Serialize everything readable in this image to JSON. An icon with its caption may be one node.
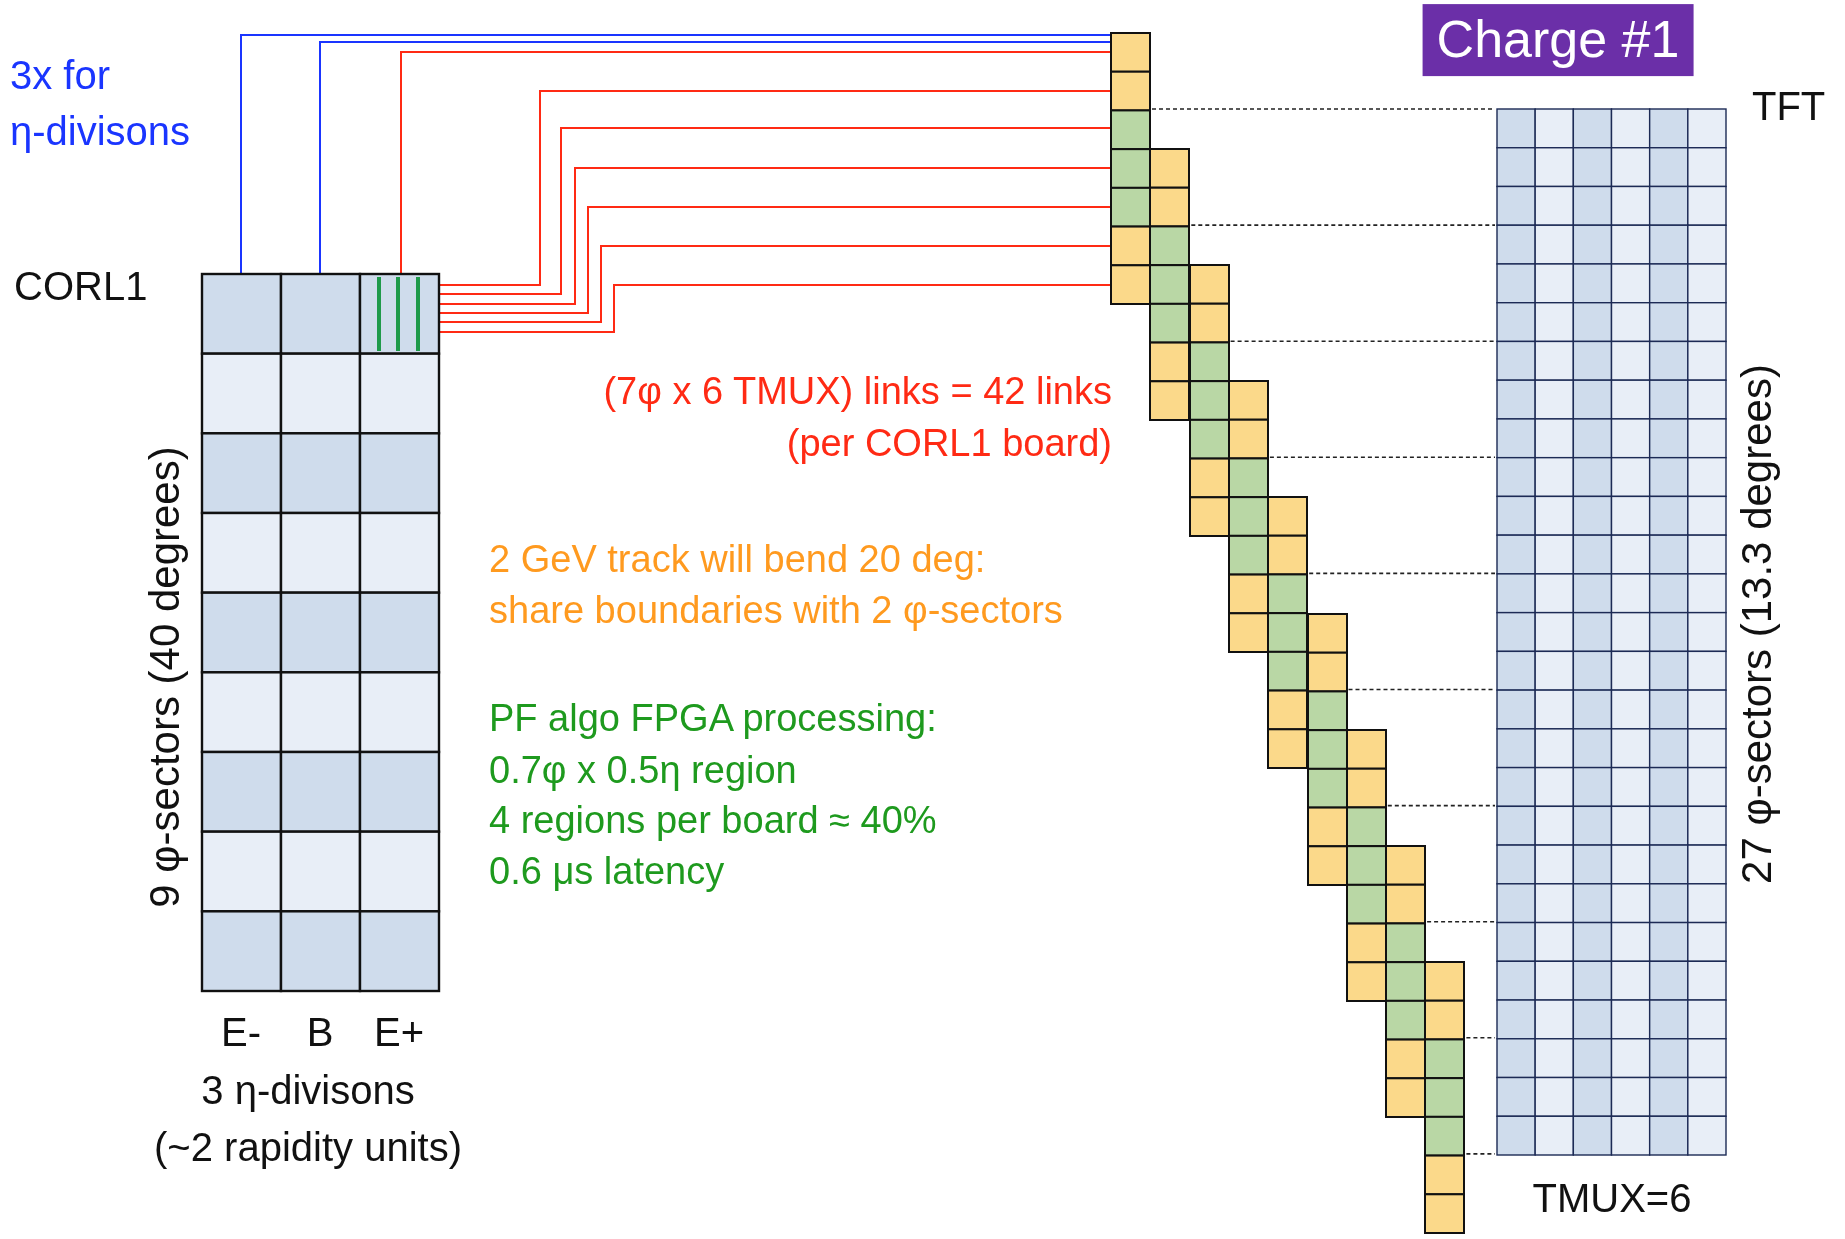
{
  "diagram": {
    "nodes": [
      {
        "text": [
          "CORL1"
        ]
      },
      {
        "text": [],
        "shape": "bar"
      },
      {
        "text": [],
        "shape": "bar"
      },
      {
        "text": [],
        "shape": "bar"
      },
      {
        "text": [],
        "shape": "bar"
      },
      {
        "text": [],
        "shape": "bar"
      },
      {
        "text": [],
        "shape": "bar"
      },
      {
        "text": [],
        "shape": "bar"
      },
      {
        "text": [],
        "shape": "bar"
      },
      {
        "text": [],
        "shape": "bar"
      },
      {
        "text": [
          "TFT"
        ]
      }
    ],
    "edges": [
      {
        "from": 0,
        "to": 1,
        "arrow": "none",
        "color": "#1a35ff"
      },
      {
        "from": 0,
        "to": 1,
        "arrow": "none",
        "color": "#1a35ff"
      },
      {
        "from": 0,
        "to": 1,
        "arrow": "none"
      },
      {
        "from": 0,
        "to": 1,
        "arrow": "none"
      },
      {
        "from": 0,
        "to": 1,
        "arrow": "none"
      },
      {
        "from": 0,
        "to": 1,
        "arrow": "none"
      },
      {
        "from": 0,
        "to": 1,
        "arrow": "none"
      },
      {
        "from": 0,
        "to": 1,
        "arrow": "none"
      },
      {
        "from": 0,
        "to": 1,
        "arrow": "none"
      }
    ],
    "labels": [
      "Charge #1",
      "3x for",
      "η-divisons",
      "(7φ x 6 TMUX) links = 42 links",
      "(per CORL1 board)",
      "2 GeV track will bend 20 deg:",
      "share boundaries with 2 φ-sectors",
      "PF algo FPGA processing:",
      "0.7φ x 0.5η region",
      "4 regions per board ≈ 40%",
      "0.6 μs latency",
      "9 φ-sectors (40 degrees)",
      "27 φ-sectors (13.3 degrees)",
      "E-",
      "B",
      "E+",
      "3 η-divisons",
      "(~2 rapidity units)",
      "TMUX=6"
    ]
  }
}
